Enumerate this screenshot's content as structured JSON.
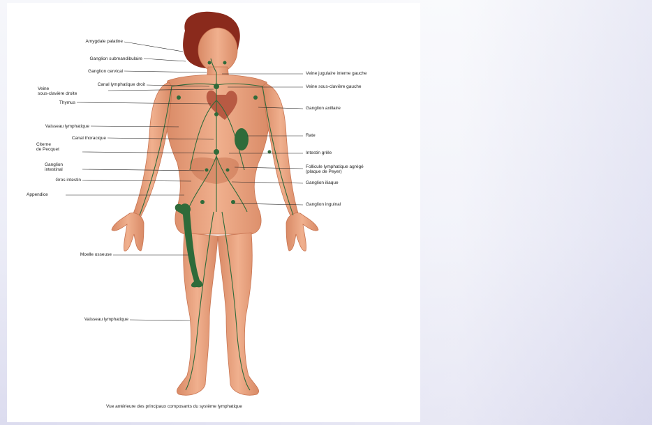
{
  "diagram": {
    "labels_left": [
      {
        "id": "amygdale",
        "text": "Amygdale palatine"
      },
      {
        "id": "submandibulaire",
        "text": "Ganglion submandibulaire"
      },
      {
        "id": "cervical",
        "text": "Ganglion cervical"
      },
      {
        "id": "canal-droit",
        "text": "Canal lymphatique droit"
      },
      {
        "id": "veine-sous-claviere",
        "text": "Veine\nsous-clavière droite"
      },
      {
        "id": "thymus",
        "text": "Thymus"
      },
      {
        "id": "vaisseau-haut",
        "text": "Vaisseau lymphatique"
      },
      {
        "id": "canal-thoracique",
        "text": "Canal thoracique"
      },
      {
        "id": "citerne",
        "text": "Citerne\nde Pecquet"
      },
      {
        "id": "ganglion-intestinal",
        "text": "Ganglion\nintestinal"
      },
      {
        "id": "gros-intestin",
        "text": "Gros intestin"
      },
      {
        "id": "appendice",
        "text": "Appendice"
      },
      {
        "id": "moelle-osseuse",
        "text": "Moelle osseuse"
      },
      {
        "id": "vaisseau-bas",
        "text": "Vaisseau lymphatique"
      }
    ],
    "labels_right": [
      {
        "id": "jugulaire",
        "text": "Veine jugulaire interne gauche"
      },
      {
        "id": "sous-claviere-gauche",
        "text": "Veine sous-clavière gauche"
      },
      {
        "id": "axillaire",
        "text": "Ganglion axillaire"
      },
      {
        "id": "rate",
        "text": "Rate"
      },
      {
        "id": "intestin-grele",
        "text": "Intestin grêle"
      },
      {
        "id": "follicule",
        "text": "Follicule lymphatique agrégé\n(plaque de Peyer)"
      },
      {
        "id": "iliaque",
        "text": "Ganglion iliaque"
      },
      {
        "id": "inguinal",
        "text": "Ganglion inguinal"
      }
    ],
    "caption": "Vue antérieure des principaux composants du système lymphatique"
  },
  "colors": {
    "skin": "#e9a07c",
    "skin_shadow": "#c97552",
    "hair": "#8a2a1c",
    "lymph": "#2f6b3a",
    "organ": "#b85a43",
    "accent_title": "#2eaa4f"
  }
}
